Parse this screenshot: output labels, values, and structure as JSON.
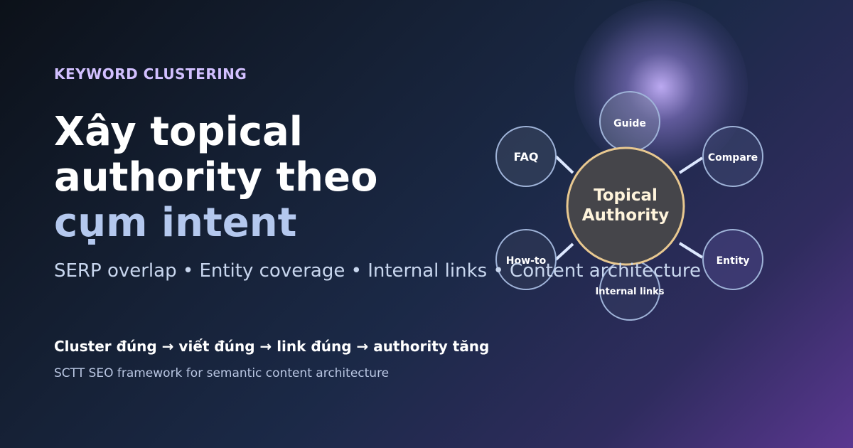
{
  "hero": {
    "eyebrow": "KEYWORD CLUSTERING",
    "headline_line1": "Xây topical",
    "headline_line2": "authority theo",
    "headline_accent": "cụm intent",
    "subline": "SERP overlap • Entity coverage • Internal links • Content architecture",
    "tagline": "Cluster đúng → viết đúng → link đúng → authority tăng",
    "credit": "SCTT SEO framework for semantic content architecture"
  },
  "diagram": {
    "center_line1": "Topical",
    "center_line2": "Authority",
    "nodes": {
      "guide": "Guide",
      "faq": "FAQ",
      "compare": "Compare",
      "howto": "How-to",
      "entity": "Entity",
      "internal_links": "Internal links"
    }
  },
  "colors": {
    "eyebrow": "#d2c0ff",
    "headline": "#ffffff",
    "accent": "#b4c8ee",
    "center_ring": "#e8c890",
    "node_ring": "#9fb3d8",
    "connector": "#dde8ff"
  }
}
